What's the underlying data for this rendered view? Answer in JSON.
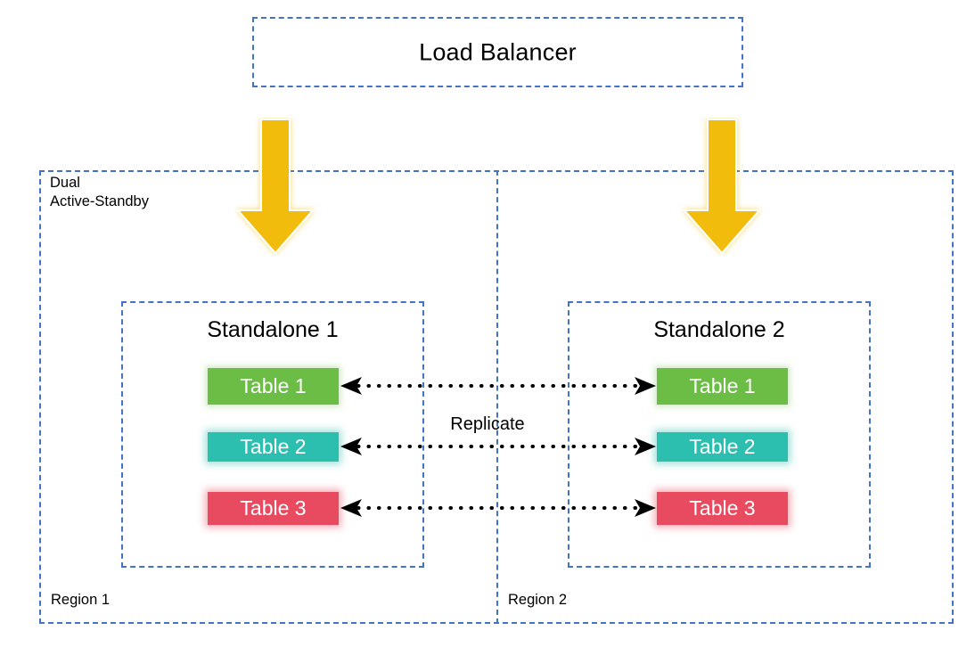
{
  "diagram": {
    "title": "Dual Active-Standby multi-region standalone replication topology",
    "colors": {
      "dashed_border": "#4472C4",
      "arrow_fill": "#F2BC0C",
      "table_1": "#6CBD45",
      "table_2": "#2CBFB0",
      "table_3": "#E84A5F",
      "background": "#FFFFFF",
      "text": "#000000"
    }
  },
  "load_balancer": {
    "label": "Load Balancer"
  },
  "dual_region": {
    "label_line_1": "Dual",
    "label_line_2": "Active-Standby",
    "label": "Dual\nActive-Standby"
  },
  "regions": [
    {
      "id": "region-1",
      "label": "Region 1"
    },
    {
      "id": "region-2",
      "label": "Region 2"
    }
  ],
  "standalones": [
    {
      "id": "standalone-1",
      "title": "Standalone 1",
      "tables": [
        {
          "label": "Table 1",
          "color": "#6CBD45"
        },
        {
          "label": "Table 2",
          "color": "#2CBFB0"
        },
        {
          "label": "Table 3",
          "color": "#E84A5F"
        }
      ]
    },
    {
      "id": "standalone-2",
      "title": "Standalone 2",
      "tables": [
        {
          "label": "Table 1",
          "color": "#6CBD45"
        },
        {
          "label": "Table 2",
          "color": "#2CBFB0"
        },
        {
          "label": "Table 3",
          "color": "#E84A5F"
        }
      ]
    }
  ],
  "connectors": {
    "replicate_label": "Replicate",
    "style": "bidirectional-dotted",
    "count": 3
  },
  "flow_arrows": {
    "icon": "down-arrow-icon",
    "count": 2,
    "color": "#F2BC0C"
  }
}
